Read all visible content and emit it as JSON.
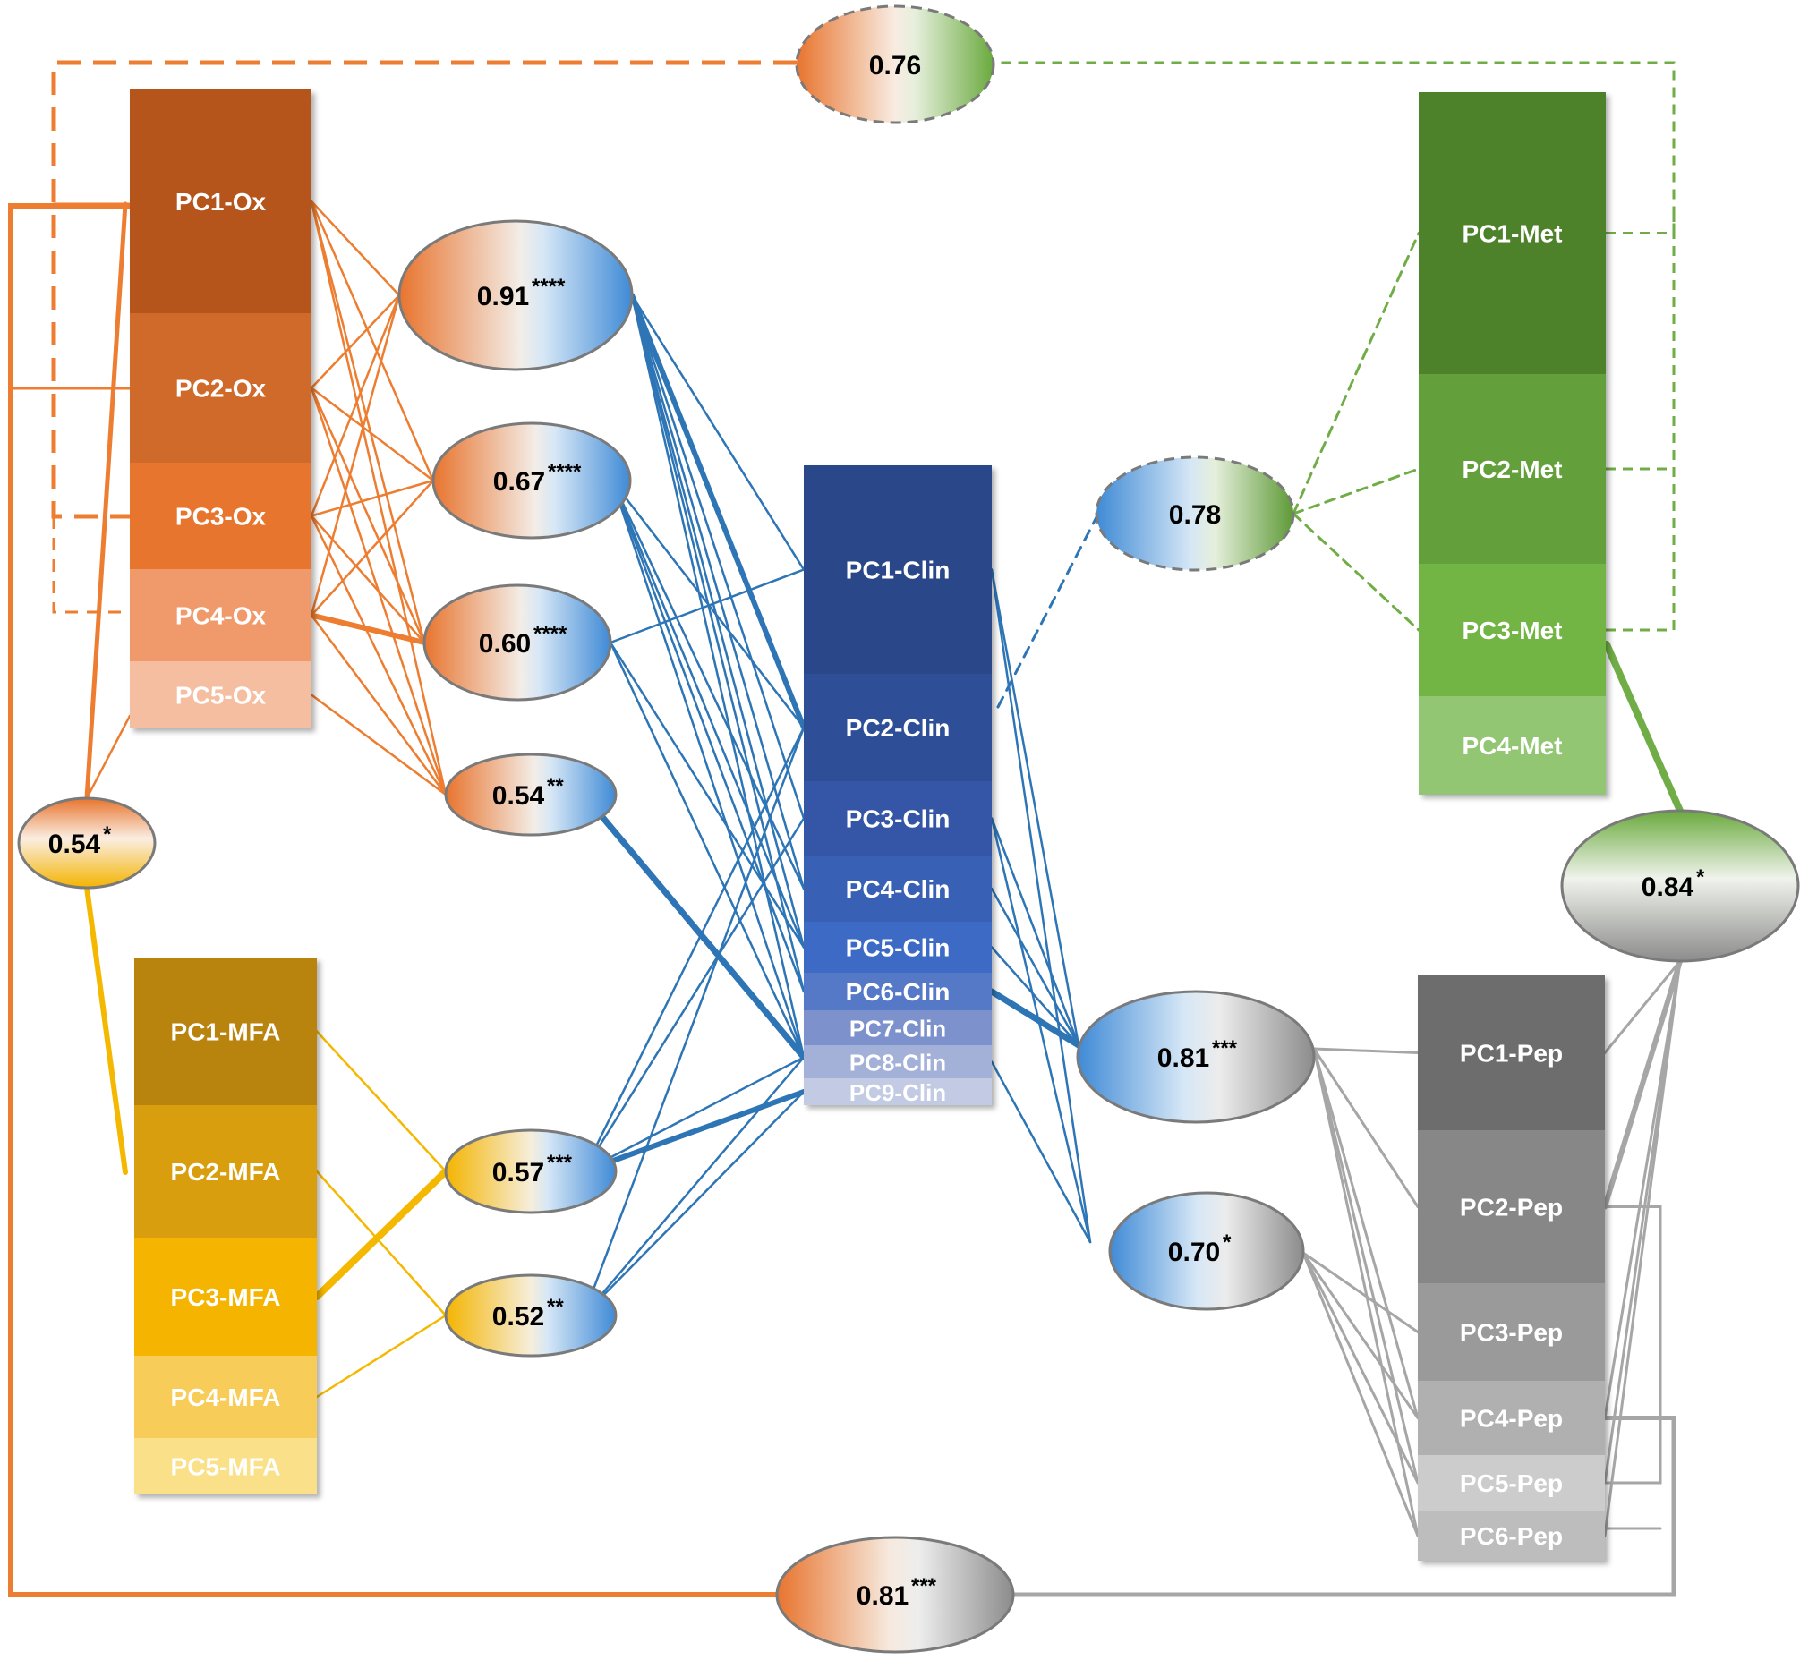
{
  "blocks": {
    "ox": {
      "labels": [
        "PC1-Ox",
        "PC2-Ox",
        "PC3-Ox",
        "PC4-Ox",
        "PC5-Ox"
      ],
      "colors": [
        "#b5541e",
        "#cf6a2c",
        "#e8742e",
        "#f0996a",
        "#f5bea0"
      ]
    },
    "mfa": {
      "labels": [
        "PC1-MFA",
        "PC2-MFA",
        "PC3-MFA",
        "PC4-MFA",
        "PC5-MFA"
      ],
      "colors": [
        "#b98411",
        "#d89e08",
        "#f4b400",
        "#f8cc59",
        "#fbe08a"
      ]
    },
    "clin": {
      "labels": [
        "PC1-Clin",
        "PC2-Clin",
        "PC3-Clin",
        "PC4-Clin",
        "PC5-Clin",
        "PC6-Clin",
        "PC7-Clin",
        "PC8-Clin",
        "PC9-Clin"
      ],
      "colors": [
        "#2a4789",
        "#2f4f98",
        "#3457a6",
        "#3860b5",
        "#3d6bc4",
        "#5578c7",
        "#7d92cc",
        "#a3b0d8",
        "#c3cbe4"
      ]
    },
    "met": {
      "labels": [
        "PC1-Met",
        "PC2-Met",
        "PC3-Met",
        "PC4-Met"
      ],
      "colors": [
        "#4e8129",
        "#64a03a",
        "#72b544",
        "#92c672"
      ]
    },
    "pep": {
      "labels": [
        "PC1-Pep",
        "PC2-Pep",
        "PC3-Pep",
        "PC4-Pep",
        "PC5-Pep",
        "PC6-Pep"
      ],
      "colors": [
        "#6d6d6d",
        "#878787",
        "#9a9a9a",
        "#b0b0b0",
        "#cccccc",
        "#bdbdbd"
      ]
    }
  },
  "ellipses": {
    "ox_met": {
      "value": "0.76",
      "stars": ""
    },
    "ox_clin_1": {
      "value": "0.91",
      "stars": "****"
    },
    "ox_clin_2": {
      "value": "0.67",
      "stars": "****"
    },
    "ox_clin_3": {
      "value": "0.60",
      "stars": "****"
    },
    "ox_clin_4": {
      "value": "0.54",
      "stars": "**"
    },
    "ox_mfa": {
      "value": "0.54",
      "stars": "*"
    },
    "mfa_clin_1": {
      "value": "0.57",
      "stars": "***"
    },
    "mfa_clin_2": {
      "value": "0.52",
      "stars": "**"
    },
    "clin_met": {
      "value": "0.78",
      "stars": ""
    },
    "clin_pep_1": {
      "value": "0.81",
      "stars": "***"
    },
    "clin_pep_2": {
      "value": "0.70",
      "stars": "*"
    },
    "met_pep": {
      "value": "0.84",
      "stars": "*"
    },
    "ox_pep": {
      "value": "0.81",
      "stars": "***"
    }
  },
  "colors": {
    "orange": "#ed7d31",
    "yellow": "#f5b800",
    "blue": "#2e75b6",
    "green": "#70ad47",
    "gray": "#a6a6a6",
    "light_blue": "#c5ddf2",
    "ellipse_stroke": "#7a7a7a"
  }
}
